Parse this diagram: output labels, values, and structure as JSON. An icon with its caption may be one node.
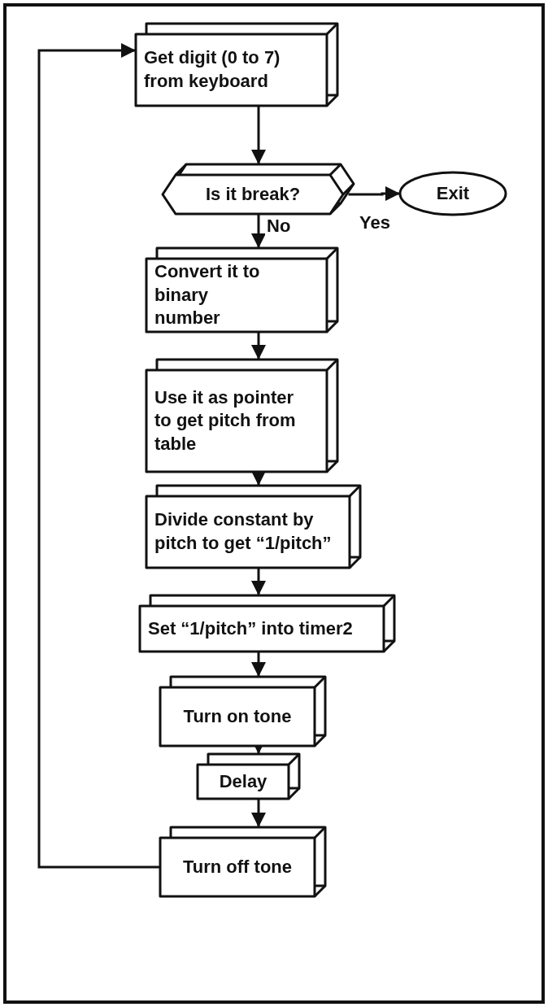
{
  "diagram": {
    "nodes": [
      {
        "text": [
          "Get digit (0 to 7) from keyboard"
        ]
      },
      {
        "text": [
          "Is it break?"
        ]
      },
      {
        "text": [
          "Convert it to binary number"
        ]
      },
      {
        "text": [
          "Exit"
        ]
      },
      {
        "text": [
          "Use it as pointer to get pitch from table"
        ]
      },
      {
        "text": [
          "Divide constant by pitch to get “1/pitch”"
        ]
      },
      {
        "text": [
          "Set “1/pitch” into timer2"
        ]
      },
      {
        "text": [
          "Turn on tone"
        ]
      },
      {
        "text": [
          "Delay"
        ]
      },
      {
        "text": [
          "Turn off tone"
        ]
      }
    ],
    "edges": [
      {
        "from": 0,
        "to": 1,
        "arrow": "to"
      },
      {
        "from": 1,
        "to": 3,
        "arrow": "to",
        "label": "Yes"
      },
      {
        "from": 1,
        "to": 2,
        "arrow": "to",
        "label": "No"
      },
      {
        "from": 2,
        "to": 4,
        "arrow": "to"
      },
      {
        "from": 4,
        "to": 5,
        "arrow": "to"
      },
      {
        "from": 5,
        "to": 6,
        "arrow": "to"
      },
      {
        "from": 6,
        "to": 7,
        "arrow": "to"
      },
      {
        "from": 7,
        "to": 8,
        "arrow": "to"
      },
      {
        "from": 8,
        "to": 9,
        "arrow": "to"
      },
      {
        "from": 9,
        "to": 0,
        "arrow": "to"
      }
    ]
  }
}
